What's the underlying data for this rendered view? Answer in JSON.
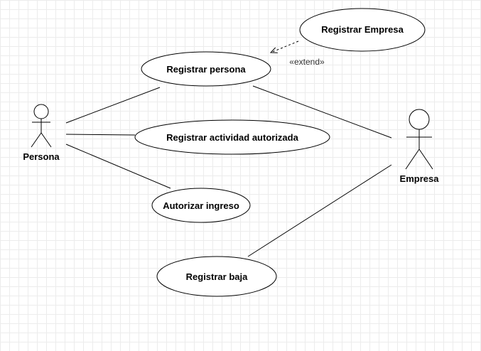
{
  "diagram": {
    "actors": [
      {
        "id": "persona",
        "label": "Persona"
      },
      {
        "id": "empresa",
        "label": "Empresa"
      }
    ],
    "use_cases": [
      {
        "id": "registrar-empresa",
        "label": "Registrar Empresa"
      },
      {
        "id": "registrar-persona",
        "label": "Registrar persona"
      },
      {
        "id": "registrar-actividad",
        "label": "Registrar actividad autorizada"
      },
      {
        "id": "autorizar-ingreso",
        "label": "Autorizar ingreso"
      },
      {
        "id": "registrar-baja",
        "label": "Registrar baja"
      }
    ],
    "relations": [
      {
        "from": "persona",
        "to": "registrar-persona",
        "type": "association"
      },
      {
        "from": "persona",
        "to": "registrar-actividad",
        "type": "association"
      },
      {
        "from": "persona",
        "to": "autorizar-ingreso",
        "type": "association"
      },
      {
        "from": "empresa",
        "to": "registrar-persona",
        "type": "association"
      },
      {
        "from": "empresa",
        "to": "registrar-baja",
        "type": "association"
      },
      {
        "from": "registrar-empresa",
        "to": "registrar-persona",
        "type": "extend",
        "label": "«extend»"
      }
    ]
  },
  "colors": {
    "line": "#000000",
    "ellipse_fill": "#ffffff",
    "grid": "#ececec"
  }
}
